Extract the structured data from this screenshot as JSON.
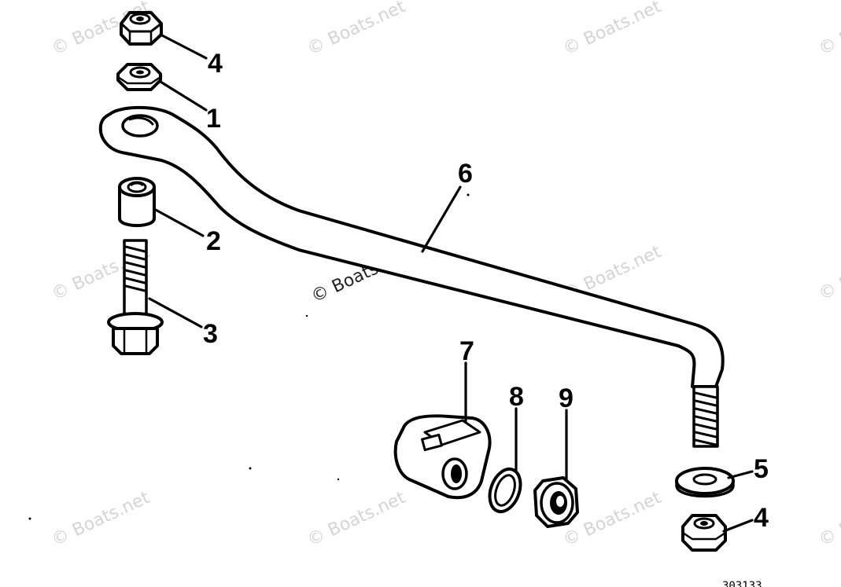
{
  "watermark": {
    "text": "© Boats.net",
    "color": "#d4d4d4"
  },
  "callouts": [
    {
      "id": "nut-top",
      "label": "4"
    },
    {
      "id": "hex-nut",
      "label": "1"
    },
    {
      "id": "spacer",
      "label": "2"
    },
    {
      "id": "bolt",
      "label": "3"
    },
    {
      "id": "link-rod",
      "label": "6"
    },
    {
      "id": "clamp-block",
      "label": "7"
    },
    {
      "id": "washer-thin",
      "label": "8"
    },
    {
      "id": "locknut",
      "label": "9"
    },
    {
      "id": "washer-flat",
      "label": "5"
    },
    {
      "id": "nut-bottom",
      "label": "4"
    }
  ],
  "part_number": "303133",
  "colors": {
    "ink": "#000000",
    "paper": "#ffffff"
  }
}
